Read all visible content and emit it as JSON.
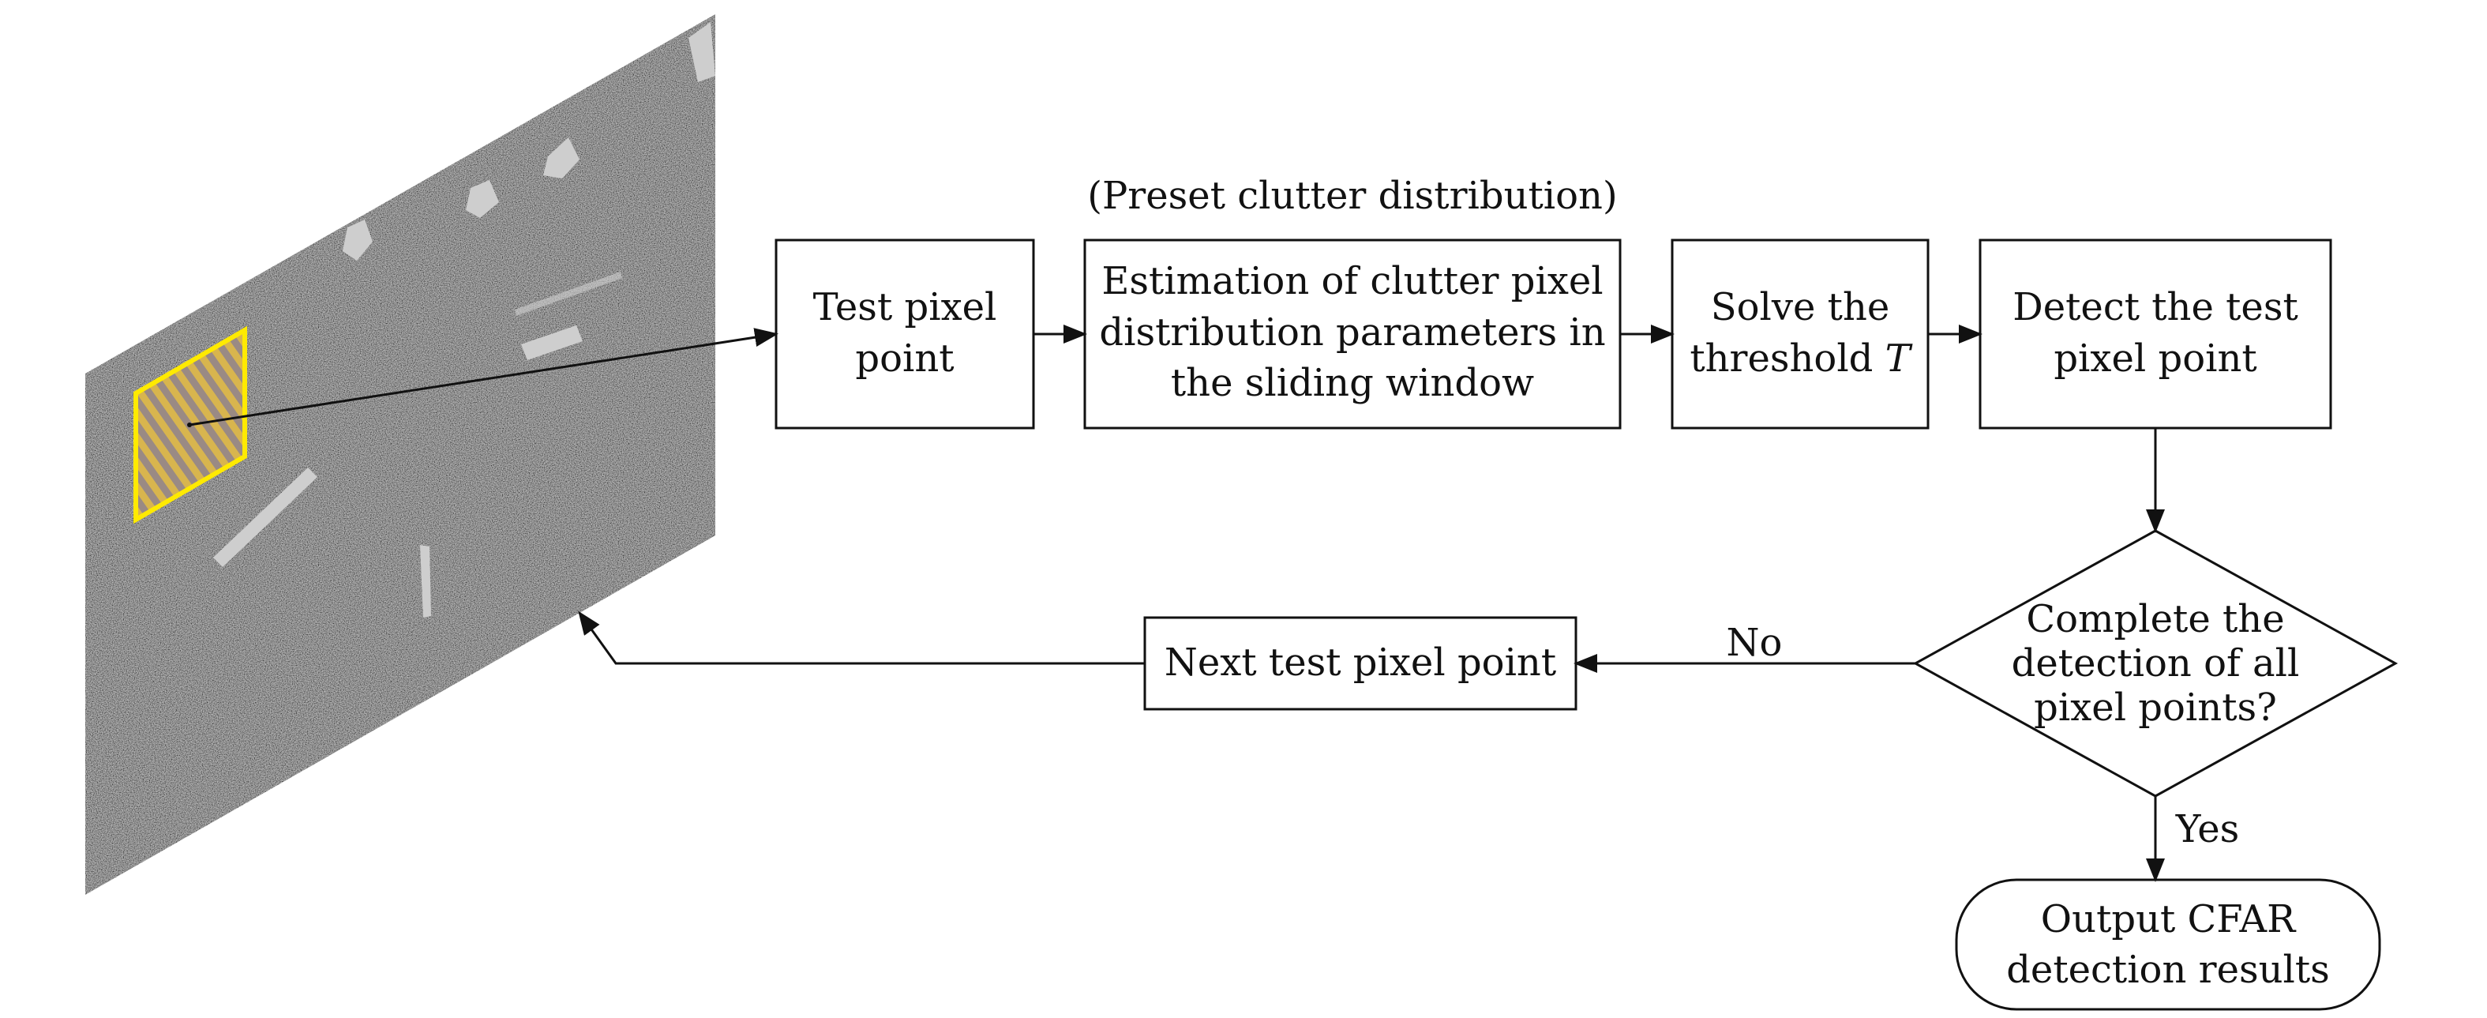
{
  "annotation": {
    "text": "(Preset clutter distribution)"
  },
  "boxes": {
    "test": {
      "line1": "Test pixel",
      "line2": "point"
    },
    "estimate": {
      "line1": "Estimation of clutter pixel",
      "line2": "distribution parameters in",
      "line3": "the sliding window"
    },
    "solve": {
      "line1": "Solve the",
      "line2": "threshold ",
      "var": "T"
    },
    "detect": {
      "line1": "Detect the test",
      "line2": "pixel point"
    },
    "decision": {
      "line1": "Complete the",
      "line2": "detection of all",
      "line3": "pixel points?"
    },
    "next": {
      "line1": "Next test pixel point"
    },
    "output": {
      "line1": "Output CFAR",
      "line2": "detection results"
    }
  },
  "edges": {
    "no_label": "No",
    "yes_label": "Yes"
  },
  "colors": {
    "image_background": "#202020",
    "window_border": "#ffea00",
    "window_fill": "#b99a6b",
    "stroke": "#111111",
    "background": "#ffffff"
  }
}
